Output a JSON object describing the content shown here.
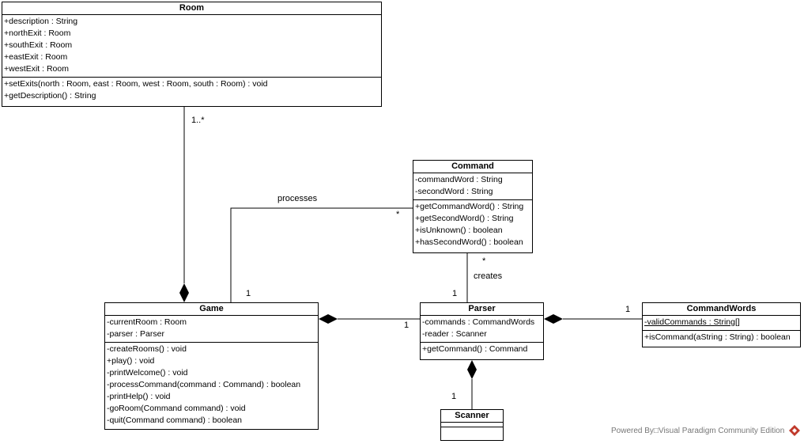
{
  "classes": {
    "room": {
      "name": "Room",
      "attributes": [
        "+description : String",
        "+northExit : Room",
        "+southExit : Room",
        "+eastExit : Room",
        "+westExit : Room"
      ],
      "operations": [
        "+setExits(north : Room, east : Room, west : Room, south : Room) : void",
        "+getDescription() : String"
      ]
    },
    "command": {
      "name": "Command",
      "attributes": [
        "-commandWord : String",
        "-secondWord : String"
      ],
      "operations": [
        "+getCommandWord() : String",
        "+getSecondWord() : String",
        "+isUnknown() : boolean",
        "+hasSecondWord() : boolean"
      ]
    },
    "game": {
      "name": "Game",
      "attributes": [
        "-currentRoom : Room",
        "-parser : Parser"
      ],
      "operations": [
        "-createRooms() : void",
        "+play() : void",
        "-printWelcome() : void",
        "-processCommand(command : Command) : boolean",
        "-printHelp() : void",
        "-goRoom(Command command) : void",
        "-quit(Command command) : boolean"
      ]
    },
    "parser": {
      "name": "Parser",
      "attributes": [
        "-commands : CommandWords",
        "-reader : Scanner"
      ],
      "operations": [
        "+getCommand() : Command"
      ]
    },
    "commandwords": {
      "name": "CommandWords",
      "attributes": [
        "-validCommands : String[]"
      ],
      "operations": [
        "+isCommand(aString : String) : boolean"
      ]
    },
    "scanner": {
      "name": "Scanner",
      "attributes": [],
      "operations": []
    }
  },
  "labels": {
    "room_mult": "1..*",
    "processes": "processes",
    "cmd_mult_star": "*",
    "game_mult_1": "1",
    "cmd_parser_star": "*",
    "creates": "creates",
    "parser_mult_1": "1",
    "parser_game_1": "1",
    "cw_mult_1": "1",
    "scanner_mult_1": "1"
  },
  "watermark": "Powered By□Visual Paradigm Community Edition",
  "colors": {
    "line": "#000000",
    "watermark_icon": "#c0392b"
  }
}
